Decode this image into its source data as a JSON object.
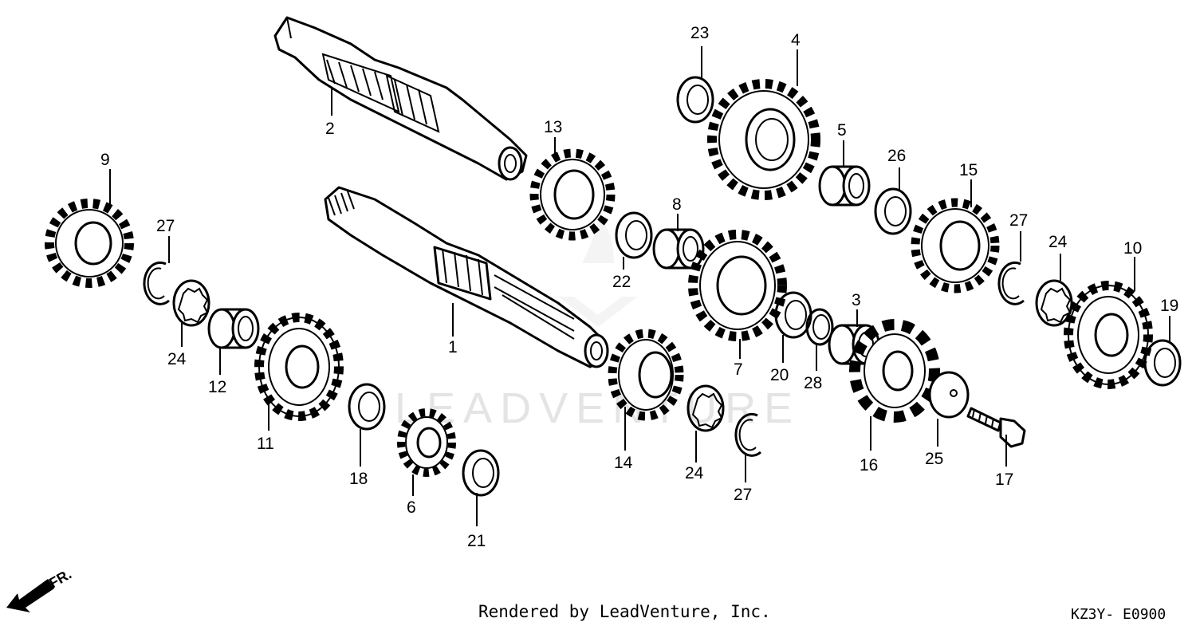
{
  "watermark": "LEADVENTURE",
  "direction_label": "FR.",
  "footer": {
    "credit": "Rendered by LeadVenture, Inc.",
    "code": "KZ3Y- E0900"
  },
  "callouts": [
    {
      "id": "c1",
      "label": "1"
    },
    {
      "id": "c2",
      "label": "2"
    },
    {
      "id": "c3",
      "label": "3"
    },
    {
      "id": "c4",
      "label": "4"
    },
    {
      "id": "c5",
      "label": "5"
    },
    {
      "id": "c6",
      "label": "6"
    },
    {
      "id": "c7",
      "label": "7"
    },
    {
      "id": "c8",
      "label": "8"
    },
    {
      "id": "c9",
      "label": "9"
    },
    {
      "id": "c10",
      "label": "10"
    },
    {
      "id": "c11",
      "label": "11"
    },
    {
      "id": "c12",
      "label": "12"
    },
    {
      "id": "c13",
      "label": "13"
    },
    {
      "id": "c14",
      "label": "14"
    },
    {
      "id": "c15",
      "label": "15"
    },
    {
      "id": "c16",
      "label": "16"
    },
    {
      "id": "c17",
      "label": "17"
    },
    {
      "id": "c18",
      "label": "18"
    },
    {
      "id": "c19",
      "label": "19"
    },
    {
      "id": "c20",
      "label": "20"
    },
    {
      "id": "c21",
      "label": "21"
    },
    {
      "id": "c22",
      "label": "22"
    },
    {
      "id": "c23",
      "label": "23"
    },
    {
      "id": "c24a",
      "label": "24"
    },
    {
      "id": "c24b",
      "label": "24"
    },
    {
      "id": "c24c",
      "label": "24"
    },
    {
      "id": "c25",
      "label": "25"
    },
    {
      "id": "c26",
      "label": "26"
    },
    {
      "id": "c27a",
      "label": "27"
    },
    {
      "id": "c27b",
      "label": "27"
    },
    {
      "id": "c27c",
      "label": "27"
    },
    {
      "id": "c28",
      "label": "28"
    }
  ]
}
